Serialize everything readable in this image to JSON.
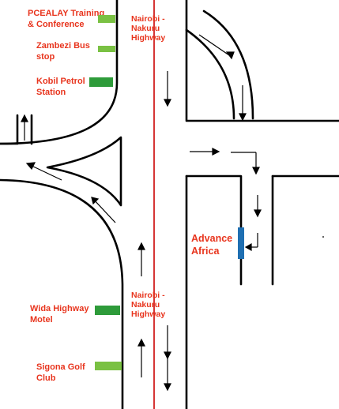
{
  "landmarks": [
    {
      "key": "pcealay",
      "line1": "PCEALAY Training",
      "line2": "& Conference",
      "color": "#7ac143"
    },
    {
      "key": "zambezi",
      "line1": "Zambezi Bus",
      "line2": "stop",
      "color": "#7ac143"
    },
    {
      "key": "kobil",
      "line1": "Kobil Petrol",
      "line2": "Station",
      "color": "#2e9b3a"
    },
    {
      "key": "wida",
      "line1": "Wida Highway",
      "line2": "Motel",
      "color": "#2e9b3a"
    },
    {
      "key": "sigona",
      "line1": "Sigona Golf",
      "line2": "Club",
      "color": "#7ac143"
    }
  ],
  "highway_top": {
    "line1": "Nairobi -",
    "line2": "Nakuru",
    "line3": "Highway"
  },
  "highway_bottom": {
    "line1": "Nairobi -",
    "line2": "Nakuru",
    "line3": "Highway"
  },
  "destination": {
    "line1": "Advance",
    "line2": "Africa",
    "marker_color": "#1f6fb2"
  },
  "colors": {
    "road": "#000000",
    "center_line": "#d21f1f",
    "label": "#e8351e"
  }
}
